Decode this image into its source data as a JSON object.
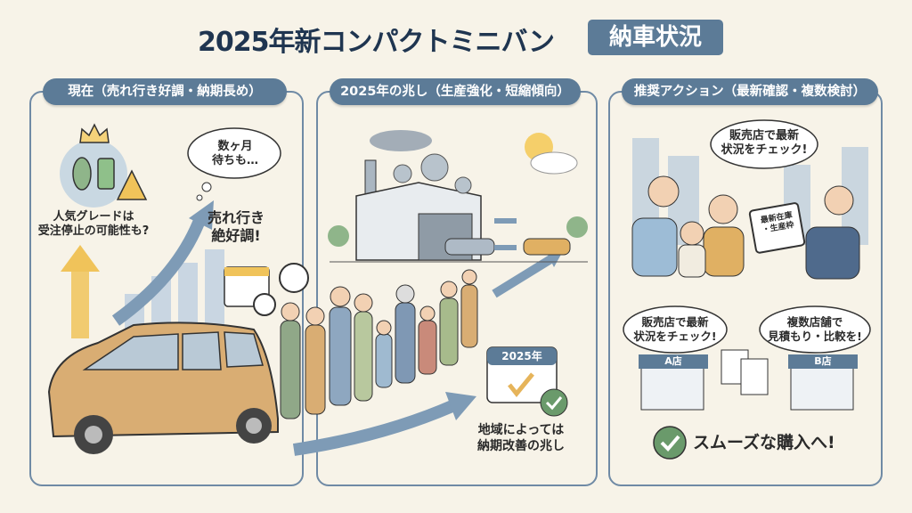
{
  "title": "2025年新コンパクトミニバン",
  "badge": "納車状況",
  "colors": {
    "background": "#f7f3e8",
    "navy": "#1f3550",
    "accent": "#5c7b97",
    "car": "#d9ad73",
    "check": "#6a9a6b",
    "warning": "#f0c35a"
  },
  "panels": [
    {
      "header": "現在（売れ行き好調・納期長め）",
      "thought_bubble": "数ヶ月\n待ちも…",
      "grade_note": "人気グレードは\n受注停止の可能性も?",
      "sales_note": "売れ行き\n絶好調!",
      "icons": [
        "crown-icon",
        "leaf-icon",
        "battery-icon",
        "warning-icon",
        "growth-arrow-icon",
        "calendar-icon",
        "clock-icon"
      ]
    },
    {
      "header": "2025年の兆し（生産強化・短縮傾向）",
      "calendar_label": "2025年",
      "note": "地域によっては\n納期改善の兆し",
      "icons": [
        "factory-icon",
        "gear-icon",
        "sun-icon",
        "check-icon"
      ]
    },
    {
      "header": "推奨アクション（最新確認・複数検討）",
      "staff_bubble": "販売店で最新\n状況をチェック!",
      "tablet_text": "最新在庫\n・生産枠",
      "shop_a_bubble": "販売店で最新\n状況をチェック!",
      "shop_b_bubble": "複数店舗で\n見積もり・比較を!",
      "shop_a": "A店",
      "shop_b": "B店",
      "conclusion": "スムーズな購入へ!"
    }
  ]
}
